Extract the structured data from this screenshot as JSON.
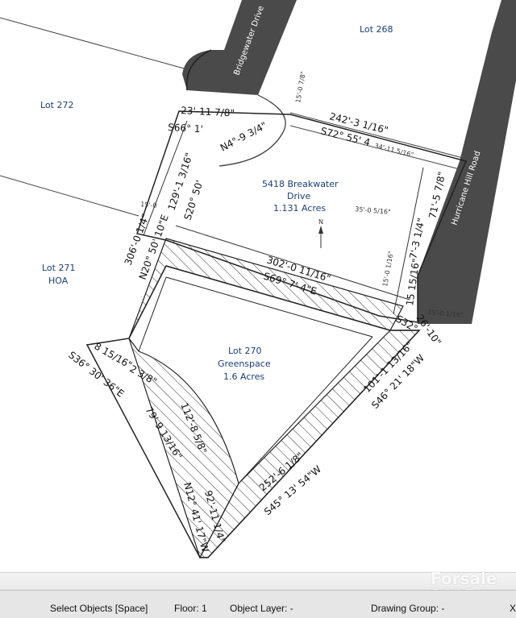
{
  "lots": {
    "lot_268": "Lot 268",
    "lot_272": "Lot 272",
    "lot_271_line1": "Lot 271",
    "lot_271_line2": "HOA",
    "main_line1": "5418 Breakwater",
    "main_line2": "Drive",
    "main_line3": "1.131 Acres",
    "green_line1": "Lot 270",
    "green_line2": "Greenspace",
    "green_line3": "1.6 Acres"
  },
  "roads": {
    "bridgewater": "Bridgewater Drive",
    "hurricane": "Hurricane Hill Road"
  },
  "dimensions": {
    "d_23_11": "23'-11 7/8\"",
    "d_s66": "S66° 1'",
    "d_n14_9": "N4°-9 3/4\"",
    "d_242": "242'-3 1/16\"",
    "d_s72": "S72° 55' 4",
    "d_34_11": "34'-11 5/16\"",
    "d_71_5": "71'-5 7/8\"",
    "d_7_3": "7'-3 1/4\"",
    "d_129": "129'-1 3/16\"",
    "d_s20": "S20° 50'",
    "d_306": "306'-0 1/4\"",
    "d_n20": "N20° 50' 10\"E",
    "d_302": "302'-0 11/16\"",
    "d_s69": "S69° 7' 4\"E",
    "d_15_16": "15 15/16\"",
    "d_s32": "S32°",
    "d_26_10": "26'-10\"",
    "d_101": "101'-1 13/16\"",
    "d_s46": "S46° 21' 18\"W",
    "d_252": "252'-6 1/8\"",
    "d_s45": "S45° 13' 54\"W",
    "d_92_11": "92'-11 1/4\"",
    "d_n12": "N12° 41' 17\"W",
    "d_112_8": "112'-8 5/8\"",
    "d_79_9": "79'-9 13/16\"",
    "d_8_15": "8 15/16\"",
    "d_2_3": "2 3/8\"",
    "d_s36": "S36° 30' 36\"E",
    "small_15_0_7": "15'-0 7/8\"",
    "small_35_0": "35'-0 5/16\"",
    "small_15_0_a": "15'-0",
    "small_15_0_b": "15'-0 1/16\"",
    "small_35_0_r": "35'-0 1/16\"",
    "north": "N"
  },
  "watermark": "Forsale 2025",
  "statusbar": {
    "select_objects": "Select Objects [Space]",
    "floor": "Floor: 1",
    "object_layer": "Object Layer: -",
    "drawing_group": "Drawing Group: -",
    "extra": "X"
  },
  "colors": {
    "road": "#4a4a4a",
    "lot_text": "#1a3f7a",
    "line": "#222222",
    "statusbar_bg": "#e6e6e6"
  }
}
